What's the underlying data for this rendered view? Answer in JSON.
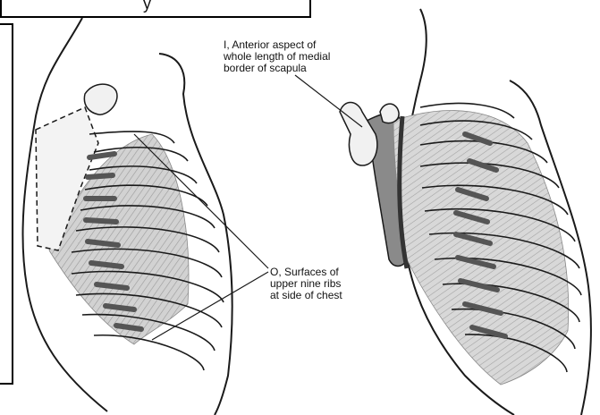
{
  "labels": {
    "insertion": [
      "I, Anterior aspect of",
      "whole length of medial",
      "border of scapula"
    ],
    "origin": [
      "O, Surfaces of",
      "upper nine ribs",
      "at side of chest"
    ]
  },
  "title_fragment": "y",
  "colors": {
    "line": "#1a1a1a",
    "muscle": "#bdbdbd",
    "muscle_dark": "#555555",
    "bone": "#f1f1f1",
    "scapula_shade": "#8a8a8a"
  }
}
